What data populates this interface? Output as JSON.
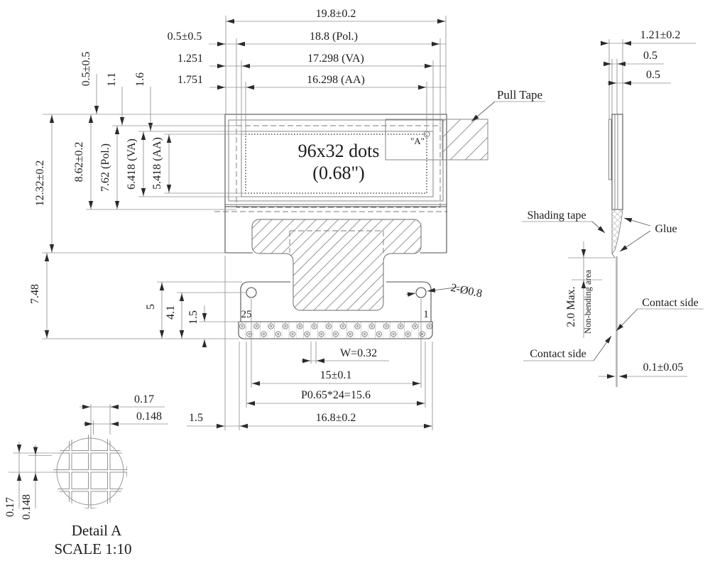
{
  "drawing": {
    "front": {
      "dim_total_width": "19.8±0.2",
      "dim_pol_width": "18.8 (Pol.)",
      "dim_va_width": "17.298 (VA)",
      "dim_aa_width": "16.298 (AA)",
      "dim_edge_offset_h": "0.5±0.5",
      "dim_va_offset_h": "1.251",
      "dim_aa_offset_h": "1.751",
      "dim_edge_offset_v": "0.5±0.5",
      "dim_pol_offset_v": "1.1",
      "dim_va_offset_v": "1.6",
      "dim_total_height": "12.32±0.2",
      "dim_glass_height": "8.62±0.2",
      "dim_pol_height": "7.62 (Pol.)",
      "dim_va_height": "6.418 (VA)",
      "dim_aa_height": "5.418 (AA)",
      "dim_tail_length": "7.48",
      "dim_fpc_height": "5",
      "dim_hole_offset": "4.1",
      "dim_contact_height": "1.5",
      "dim_fpc_edge_offset": "1.5",
      "display_line1": "96x32 dots",
      "display_line2": "(0.68\")",
      "detail_marker": "\"A\"",
      "pull_tape": "Pull Tape",
      "pin_last": "25",
      "pin_first": "1",
      "hole_callout": "2-Ø0.8",
      "dim_pad_width": "W=0.32",
      "dim_hole_span": "15±0.1",
      "dim_pitch_total": "P0.65*24=15.6",
      "dim_fpc_width": "16.8±0.2"
    },
    "side": {
      "dim_total_thickness": "1.21±0.2",
      "dim_glass1": "0.5",
      "dim_glass2": "0.5",
      "shading_tape": "Shading tape",
      "glue": "Glue",
      "non_bending_dim": "2.0 Max.",
      "non_bending_label": "Non-bending area",
      "contact_side_right": "Contact side",
      "contact_side_left": "Contact side",
      "dim_fpc_thickness": "0.1±0.05"
    },
    "detail": {
      "dim_pitch_h": "0.17",
      "dim_size_h": "0.148",
      "dim_pitch_v": "0.17",
      "dim_size_v": "0.148",
      "title": "Detail A",
      "scale": "SCALE 1:10"
    },
    "colors": {
      "object_line": "#4f4f4f",
      "dim_line": "#8f8f8f",
      "text": "#1c1c1c",
      "background": "#ffffff"
    }
  }
}
